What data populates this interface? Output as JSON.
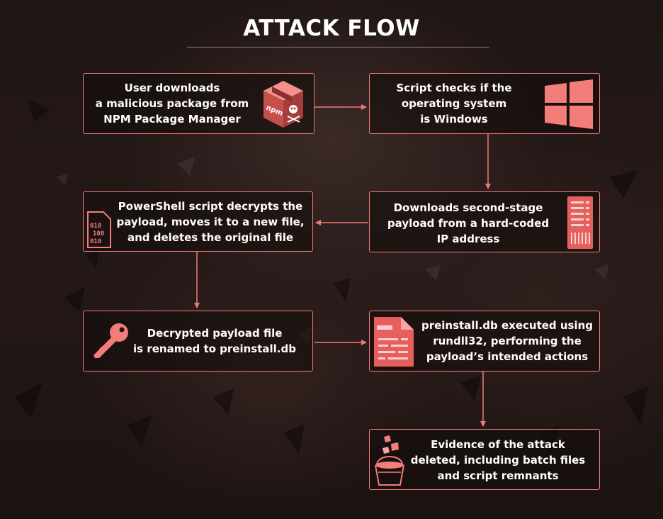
{
  "title": "ATTACK FLOW",
  "steps": [
    {
      "text": "User downloads\na malicious package from\nNPM Package Manager",
      "icon": "npm-package-skull-icon",
      "badge": "npm"
    },
    {
      "text": "Script checks if the\noperating system\nis Windows",
      "icon": "windows-logo-icon"
    },
    {
      "text": "Downloads second-stage\npayload from a hard-coded\nIP address",
      "icon": "server-rack-icon"
    },
    {
      "text": "PowerShell script decrypts the\npayload, moves it to a new file,\nand deletes the original file",
      "icon": "binary-file-icon",
      "binary": [
        "010",
        "100",
        "010"
      ]
    },
    {
      "text": "Decrypted payload file\nis renamed to preinstall.db",
      "icon": "key-icon"
    },
    {
      "text": "preinstall.db executed using\nrundll32, performing the\npayload’s intended actions",
      "icon": "document-icon"
    },
    {
      "text": "Evidence of the attack\ndeleted, including batch files\nand script remnants",
      "icon": "trash-bucket-icon"
    }
  ],
  "colors": {
    "accent": "#ef7b78",
    "text": "#ffffff",
    "background": "#221716"
  }
}
